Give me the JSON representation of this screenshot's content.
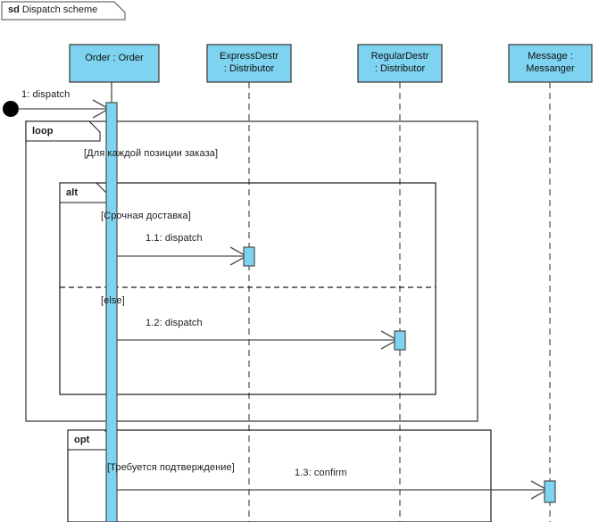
{
  "diagram": {
    "kind_keyword": "sd",
    "title": "Dispatch scheme",
    "type": "uml-sequence-diagram"
  },
  "colors": {
    "lifeline_head_fill": "#7ed3f0",
    "lifeline_head_stroke": "#4d4d4d",
    "activation_fill": "#7ed3f0",
    "activation_stroke": "#4d4d4d",
    "frame_stroke": "#4d4d4d",
    "inner_frame_stroke": "#1a1a1a",
    "message_line": "#4d4d4d",
    "lifeline_dash": "#4d4d4d",
    "found_message_dot": "#000000",
    "background": "#ffffff"
  },
  "lifelines": [
    {
      "name": "order",
      "line1": "Order : Order",
      "line2": ""
    },
    {
      "name": "express-distributor",
      "line1": "ExpressDestr",
      "line2": ": Distributor"
    },
    {
      "name": "regular-distributor",
      "line1": "RegularDestr",
      "line2": ": Distributor"
    },
    {
      "name": "messenger",
      "line1": "Message :",
      "line2": "Messanger"
    }
  ],
  "messages": [
    {
      "name": "found-message-dispatch",
      "label": "1: dispatch",
      "from": "found",
      "to": "order"
    },
    {
      "name": "message-1-1-dispatch",
      "label": "1.1: dispatch",
      "from": "order",
      "to": "express-distributor"
    },
    {
      "name": "message-1-2-dispatch",
      "label": "1.2: dispatch",
      "from": "order",
      "to": "regular-distributor"
    },
    {
      "name": "message-1-3-confirm",
      "label": "1.3: confirm",
      "from": "order",
      "to": "messenger"
    }
  ],
  "fragments": [
    {
      "name": "loop-fragment",
      "keyword": "loop",
      "guards": [
        "[Для каждой позиции заказа]"
      ]
    },
    {
      "name": "alt-fragment",
      "keyword": "alt",
      "guards": [
        "[Срочная доставка]",
        "[else]"
      ]
    },
    {
      "name": "opt-fragment",
      "keyword": "opt",
      "guards": [
        "[Требуется подтверждение]"
      ]
    }
  ]
}
